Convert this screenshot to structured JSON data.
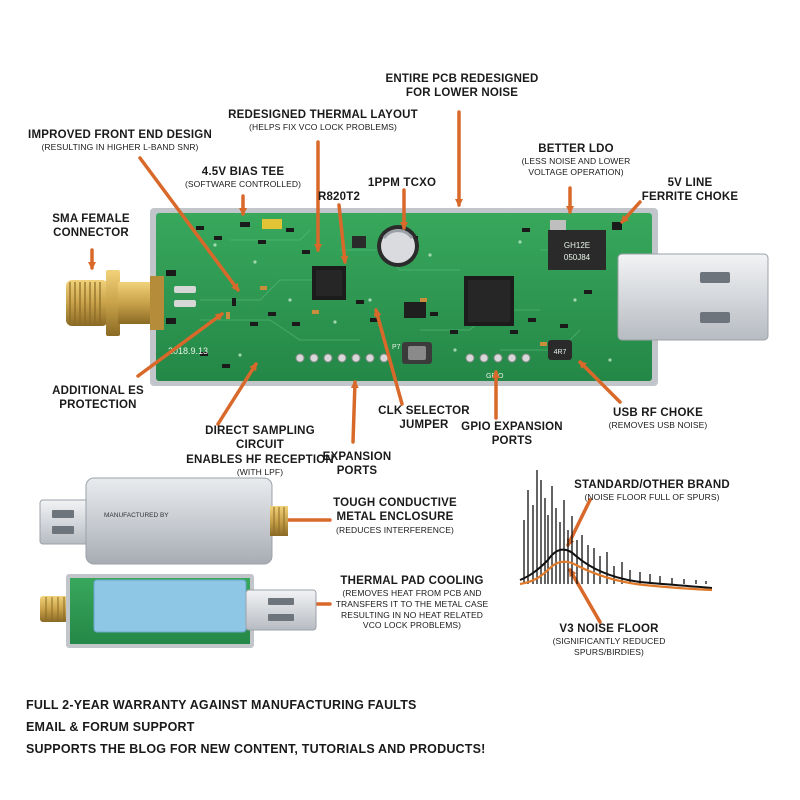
{
  "colors": {
    "pcb_green": "#2f9b52",
    "pcb_dark": "#1f6e38",
    "arrow_orange": "#d8692a",
    "metal": "#c9cdd2",
    "gold": "#c9a24a",
    "thermal_pad": "#8ec6e6",
    "spectrum_std": "#111111",
    "spectrum_v3": "#e07a2a"
  },
  "callouts": {
    "pcb_redesign": {
      "title_l1": "ENTIRE PCB REDESIGNED",
      "title_l2": "FOR LOWER NOISE"
    },
    "thermal_layout": {
      "title": "REDESIGNED THERMAL LAYOUT",
      "sub": "(HELPS FIX VCO LOCK PROBLEMS)"
    },
    "front_end": {
      "title": "IMPROVED FRONT END DESIGN",
      "sub": "(RESULTING IN HIGHER L-BAND SNR)"
    },
    "bias_tee": {
      "title": "4.5V BIAS TEE",
      "sub": "(SOFTWARE CONTROLLED)"
    },
    "r820t2": {
      "title": "R820T2"
    },
    "tcxo": {
      "title": "1PPM TCXO"
    },
    "ldo": {
      "title": "BETTER LDO",
      "sub_l1": "(LESS NOISE AND LOWER",
      "sub_l2": "VOLTAGE OPERATION)"
    },
    "ferrite": {
      "title_l1": "5V LINE",
      "title_l2": "FERRITE CHOKE"
    },
    "sma": {
      "title_l1": "SMA FEMALE",
      "title_l2": "CONNECTOR"
    },
    "esd": {
      "title_l1": "ADDITIONAL ES",
      "title_l2": "PROTECTION"
    },
    "direct_sampling": {
      "title_l1": "DIRECT SAMPLING CIRCUIT",
      "title_l2": "ENABLES HF RECEPTION",
      "sub": "(WITH LPF)"
    },
    "expansion": {
      "title_l1": "EXPANSION",
      "title_l2": "PORTS"
    },
    "clk_selector": {
      "title_l1": "CLK SELECTOR",
      "title_l2": "JUMPER"
    },
    "gpio": {
      "title_l1": "GPIO EXPANSION",
      "title_l2": "PORTS"
    },
    "usb_choke": {
      "title": "USB RF CHOKE",
      "sub": "(REMOVES USB NOISE)"
    },
    "enclosure": {
      "title_l1": "TOUGH CONDUCTIVE",
      "title_l2": "METAL ENCLOSURE",
      "sub": "(REDUCES INTERFERENCE)"
    },
    "thermal_pad": {
      "title": "THERMAL PAD COOLING",
      "sub_l1": "(REMOVES HEAT FROM PCB AND",
      "sub_l2": "TRANSFERS IT TO THE METAL CASE",
      "sub_l3": "RESULTING IN NO HEAT RELATED",
      "sub_l4": "VCO LOCK PROBLEMS)"
    },
    "standard": {
      "title": "STANDARD/OTHER BRAND",
      "sub": "(NOISE FLOOR FULL OF SPURS)"
    },
    "v3_floor": {
      "title": "V3 NOISE FLOOR",
      "sub_l1": "(SIGNIFICANTLY REDUCED",
      "sub_l2": "SPURS/BIRDIES)"
    }
  },
  "enclosure_print": "MANUFACTURED BY",
  "pcb_print": {
    "date": "2018.9.13",
    "chip_marking_l1": "GH12E",
    "chip_marking_l2": "050J84",
    "choke_marking": "4R7",
    "gpio_label": "GPIO",
    "header_label": "P7"
  },
  "footer": {
    "line1": "FULL 2-YEAR WARRANTY AGAINST MANUFACTURING FAULTS",
    "line2": "EMAIL & FORUM SUPPORT",
    "line3": "SUPPORTS THE BLOG FOR NEW CONTENT, TUTORIALS AND PRODUCTS!"
  }
}
